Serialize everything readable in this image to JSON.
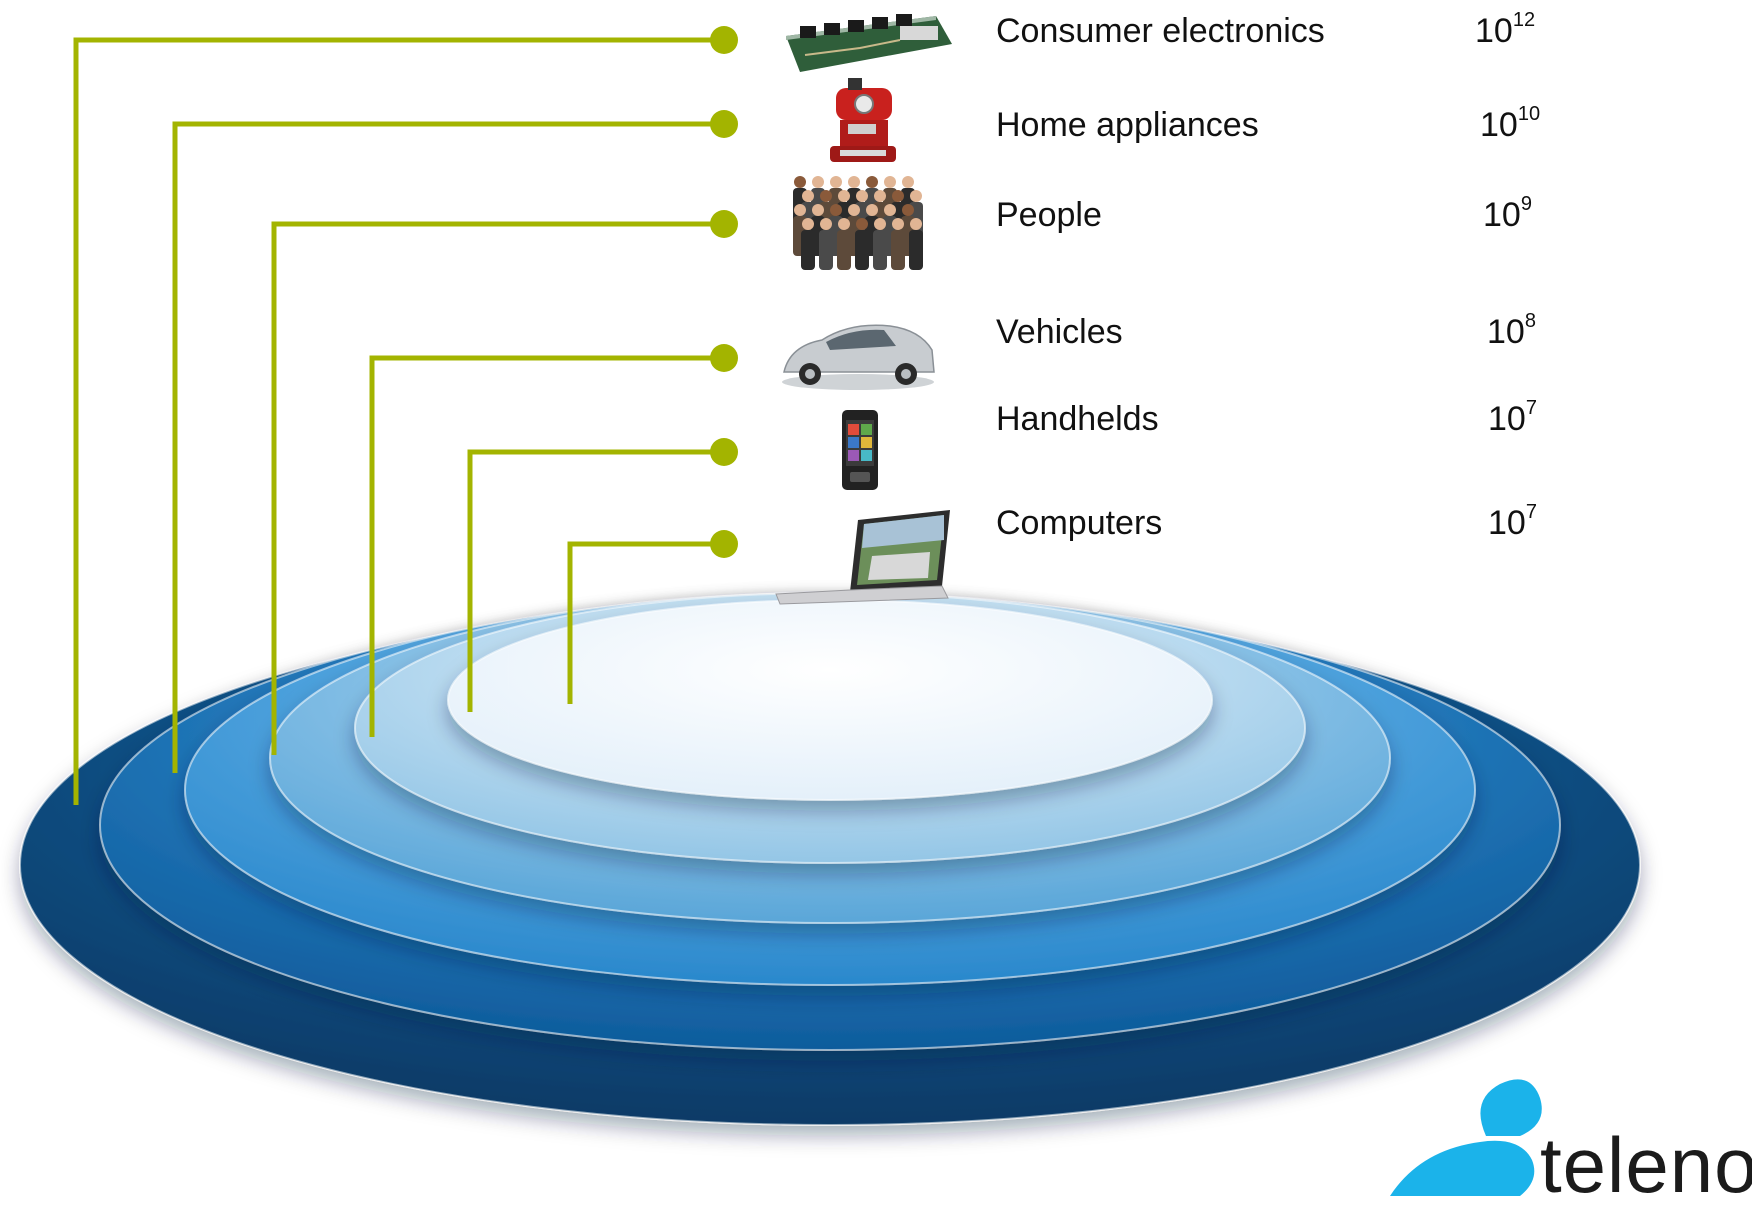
{
  "colors": {
    "connector": "#a3b400",
    "ring_1": "#0b4f86",
    "ring_2": "#1577c3",
    "ring_3": "#48a7e6",
    "ring_4": "#8ccaf4",
    "ring_5": "#c9e6fa",
    "ring_6": "#f2f8fd",
    "logo_blue": "#1bb3ea"
  },
  "logo": {
    "text": "telenor"
  },
  "categories": [
    {
      "label": "Consumer electronics",
      "base": "10",
      "exponent": "12",
      "icon": "circuit-board-icon"
    },
    {
      "label": "Home appliances",
      "base": "10",
      "exponent": "10",
      "icon": "espresso-machine-icon"
    },
    {
      "label": "People",
      "base": "10",
      "exponent": "9",
      "icon": "people-group-icon"
    },
    {
      "label": "Vehicles",
      "base": "10",
      "exponent": "8",
      "icon": "car-icon"
    },
    {
      "label": "Handhelds",
      "base": "10",
      "exponent": "7",
      "icon": "smartphone-icon"
    },
    {
      "label": "Computers",
      "base": "10",
      "exponent": "7",
      "icon": "laptop-icon"
    }
  ]
}
